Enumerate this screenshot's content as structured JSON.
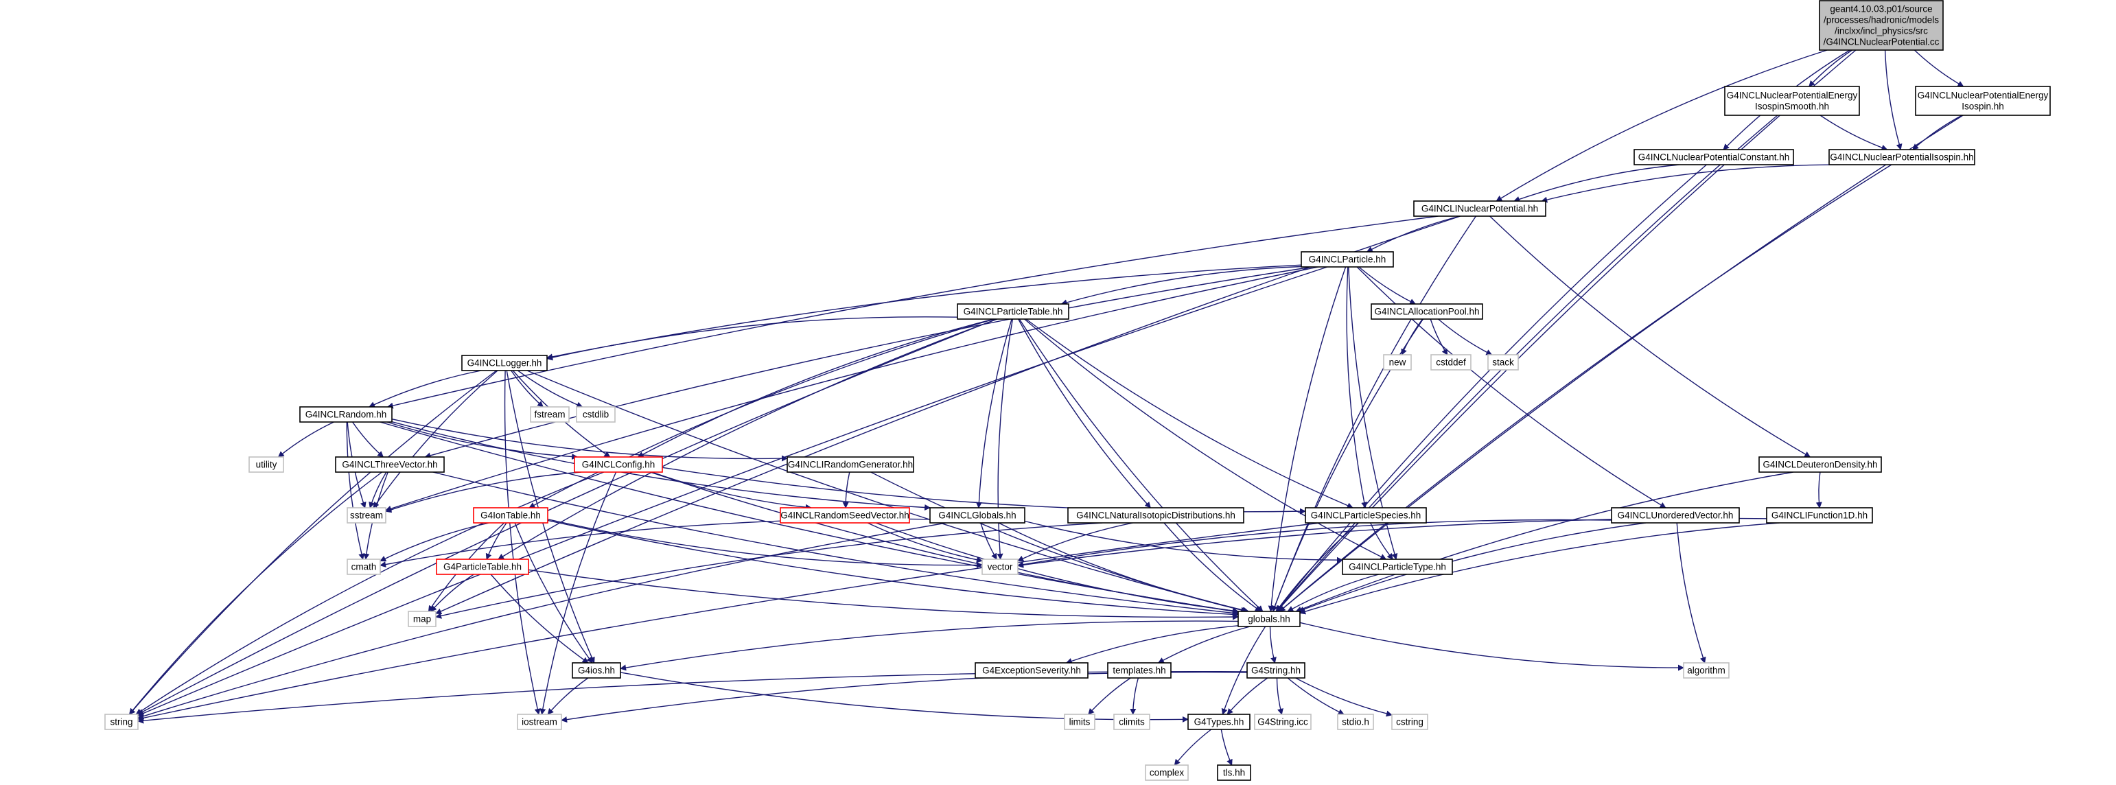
{
  "colors": {
    "edge": "#191970",
    "root_fill": "#bfbfbf",
    "node_fill": "#ffffff",
    "node_border": "#000000",
    "external_border": "#bfbfbf",
    "truncated_border": "#ff0000",
    "text": "#000000"
  },
  "nodes": [
    {
      "id": "root",
      "lines": [
        "geant4.10.03.p01/source",
        "/processes/hadronic/models",
        "/inclxx/incl_physics/src",
        "/G4INCLNuclearPotential.cc"
      ],
      "style": "root"
    },
    {
      "id": "npe_smooth",
      "lines": [
        "G4INCLNuclearPotentialEnergy",
        "IsospinSmooth.hh"
      ],
      "style": "normal"
    },
    {
      "id": "npe_isospin",
      "lines": [
        "G4INCLNuclearPotentialEnergy",
        "Isospin.hh"
      ],
      "style": "normal"
    },
    {
      "id": "np_constant",
      "lines": [
        "G4INCLNuclearPotentialConstant.hh"
      ],
      "style": "normal"
    },
    {
      "id": "np_isospin",
      "lines": [
        "G4INCLNuclearPotentialIsospin.hh"
      ],
      "style": "normal"
    },
    {
      "id": "inuclear",
      "lines": [
        "G4INCLINuclearPotential.hh"
      ],
      "style": "normal"
    },
    {
      "id": "particle",
      "lines": [
        "G4INCLParticle.hh"
      ],
      "style": "normal"
    },
    {
      "id": "particletable",
      "lines": [
        "G4INCLParticleTable.hh"
      ],
      "style": "normal"
    },
    {
      "id": "allocpool",
      "lines": [
        "G4INCLAllocationPool.hh"
      ],
      "style": "normal"
    },
    {
      "id": "new",
      "lines": [
        "new"
      ],
      "style": "external"
    },
    {
      "id": "cstddef",
      "lines": [
        "cstddef"
      ],
      "style": "external"
    },
    {
      "id": "stack",
      "lines": [
        "stack"
      ],
      "style": "external"
    },
    {
      "id": "logger",
      "lines": [
        "G4INCLLogger.hh"
      ],
      "style": "normal"
    },
    {
      "id": "fstream",
      "lines": [
        "fstream"
      ],
      "style": "external"
    },
    {
      "id": "cstdlib",
      "lines": [
        "cstdlib"
      ],
      "style": "external"
    },
    {
      "id": "random",
      "lines": [
        "G4INCLRandom.hh"
      ],
      "style": "normal"
    },
    {
      "id": "utility",
      "lines": [
        "utility"
      ],
      "style": "external"
    },
    {
      "id": "threevector",
      "lines": [
        "G4INCLThreeVector.hh"
      ],
      "style": "normal"
    },
    {
      "id": "config",
      "lines": [
        "G4INCLConfig.hh"
      ],
      "style": "truncated"
    },
    {
      "id": "irandomgen",
      "lines": [
        "G4INCLIRandomGenerator.hh"
      ],
      "style": "normal"
    },
    {
      "id": "sstream",
      "lines": [
        "sstream"
      ],
      "style": "external"
    },
    {
      "id": "randomseed",
      "lines": [
        "G4INCLRandomSeedVector.hh"
      ],
      "style": "truncated"
    },
    {
      "id": "iontable",
      "lines": [
        "G4IonTable.hh"
      ],
      "style": "truncated"
    },
    {
      "id": "inclglobals",
      "lines": [
        "G4INCLGlobals.hh"
      ],
      "style": "normal"
    },
    {
      "id": "natiso",
      "lines": [
        "G4INCLNaturalIsotopicDistributions.hh"
      ],
      "style": "normal"
    },
    {
      "id": "species",
      "lines": [
        "G4INCLParticleSpecies.hh"
      ],
      "style": "normal"
    },
    {
      "id": "unordered",
      "lines": [
        "G4INCLUnorderedVector.hh"
      ],
      "style": "normal"
    },
    {
      "id": "deuteron",
      "lines": [
        "G4INCLDeuteronDensity.hh"
      ],
      "style": "normal"
    },
    {
      "id": "ifunction",
      "lines": [
        "G4INCLIFunction1D.hh"
      ],
      "style": "normal"
    },
    {
      "id": "cmath",
      "lines": [
        "cmath"
      ],
      "style": "external"
    },
    {
      "id": "particletable4",
      "lines": [
        "G4ParticleTable.hh"
      ],
      "style": "truncated"
    },
    {
      "id": "vector",
      "lines": [
        "vector"
      ],
      "style": "external"
    },
    {
      "id": "particletype",
      "lines": [
        "G4INCLParticleType.hh"
      ],
      "style": "normal"
    },
    {
      "id": "map",
      "lines": [
        "map"
      ],
      "style": "external"
    },
    {
      "id": "globals",
      "lines": [
        "globals.hh"
      ],
      "style": "normal"
    },
    {
      "id": "g4ios",
      "lines": [
        "G4ios.hh"
      ],
      "style": "normal"
    },
    {
      "id": "exception",
      "lines": [
        "G4ExceptionSeverity.hh"
      ],
      "style": "normal"
    },
    {
      "id": "templates",
      "lines": [
        "templates.hh"
      ],
      "style": "normal"
    },
    {
      "id": "g4string",
      "lines": [
        "G4String.hh"
      ],
      "style": "normal"
    },
    {
      "id": "algorithm",
      "lines": [
        "algorithm"
      ],
      "style": "external"
    },
    {
      "id": "string",
      "lines": [
        "string"
      ],
      "style": "external"
    },
    {
      "id": "iostream",
      "lines": [
        "iostream"
      ],
      "style": "external"
    },
    {
      "id": "limits",
      "lines": [
        "limits"
      ],
      "style": "external"
    },
    {
      "id": "climits",
      "lines": [
        "climits"
      ],
      "style": "external"
    },
    {
      "id": "g4types",
      "lines": [
        "G4Types.hh"
      ],
      "style": "normal"
    },
    {
      "id": "g4stringicc",
      "lines": [
        "G4String.icc"
      ],
      "style": "external"
    },
    {
      "id": "stdioh",
      "lines": [
        "stdio.h"
      ],
      "style": "external"
    },
    {
      "id": "cstring",
      "lines": [
        "cstring"
      ],
      "style": "external"
    },
    {
      "id": "complex",
      "lines": [
        "complex"
      ],
      "style": "external"
    },
    {
      "id": "tlshh",
      "lines": [
        "tls.hh"
      ],
      "style": "normal"
    }
  ],
  "edges": [
    [
      "root",
      "npe_smooth"
    ],
    [
      "root",
      "npe_isospin"
    ],
    [
      "root",
      "np_constant"
    ],
    [
      "root",
      "np_isospin"
    ],
    [
      "root",
      "inuclear"
    ],
    [
      "root",
      "globals"
    ],
    [
      "npe_smooth",
      "np_isospin"
    ],
    [
      "npe_smooth",
      "globals"
    ],
    [
      "npe_isospin",
      "np_isospin"
    ],
    [
      "npe_isospin",
      "globals"
    ],
    [
      "np_constant",
      "inuclear"
    ],
    [
      "np_constant",
      "globals"
    ],
    [
      "np_isospin",
      "inuclear"
    ],
    [
      "np_isospin",
      "globals"
    ],
    [
      "inuclear",
      "particle"
    ],
    [
      "inuclear",
      "random"
    ],
    [
      "inuclear",
      "deuteron"
    ],
    [
      "inuclear",
      "globals"
    ],
    [
      "inuclear",
      "map"
    ],
    [
      "particle",
      "particletable"
    ],
    [
      "particle",
      "allocpool"
    ],
    [
      "particle",
      "logger"
    ],
    [
      "particle",
      "threevector"
    ],
    [
      "particle",
      "species"
    ],
    [
      "particle",
      "unordered"
    ],
    [
      "particle",
      "particletype"
    ],
    [
      "particle",
      "globals"
    ],
    [
      "particle",
      "string"
    ],
    [
      "particle",
      "sstream"
    ],
    [
      "allocpool",
      "new"
    ],
    [
      "allocpool",
      "cstddef"
    ],
    [
      "allocpool",
      "stack"
    ],
    [
      "allocpool",
      "globals"
    ],
    [
      "particletable",
      "logger"
    ],
    [
      "particletable",
      "config"
    ],
    [
      "particletable",
      "inclglobals"
    ],
    [
      "particletable",
      "natiso"
    ],
    [
      "particletable",
      "species"
    ],
    [
      "particletable",
      "particletype"
    ],
    [
      "particletable",
      "iontable"
    ],
    [
      "particletable",
      "particletable4"
    ],
    [
      "particletable",
      "globals"
    ],
    [
      "particletable",
      "vector"
    ],
    [
      "particletable",
      "string"
    ],
    [
      "logger",
      "random"
    ],
    [
      "logger",
      "config"
    ],
    [
      "logger",
      "fstream"
    ],
    [
      "logger",
      "cstdlib"
    ],
    [
      "logger",
      "sstream"
    ],
    [
      "logger",
      "string"
    ],
    [
      "logger",
      "iostream"
    ],
    [
      "logger",
      "globals"
    ],
    [
      "logger",
      "g4ios"
    ],
    [
      "random",
      "threevector"
    ],
    [
      "random",
      "config"
    ],
    [
      "random",
      "irandomgen"
    ],
    [
      "random",
      "inclglobals"
    ],
    [
      "random",
      "utility"
    ],
    [
      "random",
      "cmath"
    ],
    [
      "random",
      "sstream"
    ],
    [
      "random",
      "globals"
    ],
    [
      "threevector",
      "sstream"
    ],
    [
      "threevector",
      "string"
    ],
    [
      "threevector",
      "cmath"
    ],
    [
      "threevector",
      "globals"
    ],
    [
      "config",
      "randomseed"
    ],
    [
      "config",
      "species"
    ],
    [
      "config",
      "sstream"
    ],
    [
      "config",
      "string"
    ],
    [
      "config",
      "iostream"
    ],
    [
      "config",
      "globals"
    ],
    [
      "irandomgen",
      "randomseed"
    ],
    [
      "irandomgen",
      "globals"
    ],
    [
      "randomseed",
      "vector"
    ],
    [
      "randomseed",
      "globals"
    ],
    [
      "inclglobals",
      "cmath"
    ],
    [
      "inclglobals",
      "vector"
    ],
    [
      "inclglobals",
      "string"
    ],
    [
      "inclglobals",
      "globals"
    ],
    [
      "inclglobals",
      "particletype"
    ],
    [
      "natiso",
      "vector"
    ],
    [
      "natiso",
      "map"
    ],
    [
      "natiso",
      "globals"
    ],
    [
      "species",
      "particletype"
    ],
    [
      "species",
      "globals"
    ],
    [
      "species",
      "string"
    ],
    [
      "unordered",
      "vector"
    ],
    [
      "unordered",
      "algorithm"
    ],
    [
      "unordered",
      "globals"
    ],
    [
      "deuteron",
      "ifunction"
    ],
    [
      "deuteron",
      "globals"
    ],
    [
      "ifunction",
      "vector"
    ],
    [
      "ifunction",
      "globals"
    ],
    [
      "iontable",
      "particletable4"
    ],
    [
      "iontable",
      "g4ios"
    ],
    [
      "iontable",
      "cmath"
    ],
    [
      "iontable",
      "map"
    ],
    [
      "iontable",
      "vector"
    ],
    [
      "iontable",
      "globals"
    ],
    [
      "particletable4",
      "map"
    ],
    [
      "particletable4",
      "g4ios"
    ],
    [
      "particletable4",
      "globals"
    ],
    [
      "particletype",
      "globals"
    ],
    [
      "globals",
      "g4ios"
    ],
    [
      "globals",
      "exception"
    ],
    [
      "globals",
      "templates"
    ],
    [
      "globals",
      "g4string"
    ],
    [
      "globals",
      "algorithm"
    ],
    [
      "globals",
      "g4types"
    ],
    [
      "g4ios",
      "iostream"
    ],
    [
      "g4ios",
      "g4types"
    ],
    [
      "templates",
      "limits"
    ],
    [
      "templates",
      "climits"
    ],
    [
      "g4string",
      "g4types"
    ],
    [
      "g4string",
      "g4stringicc"
    ],
    [
      "g4string",
      "stdioh"
    ],
    [
      "g4string",
      "cstring"
    ],
    [
      "g4string",
      "string"
    ],
    [
      "g4string",
      "iostream"
    ],
    [
      "g4types",
      "complex"
    ],
    [
      "g4types",
      "tlshh"
    ]
  ]
}
